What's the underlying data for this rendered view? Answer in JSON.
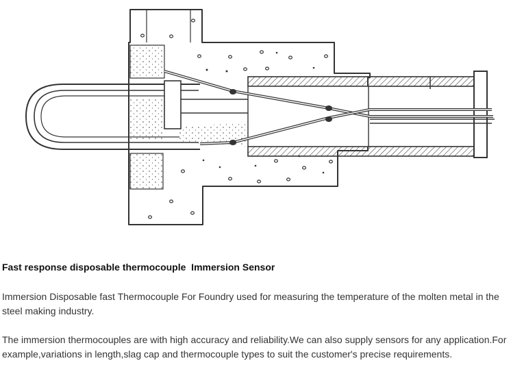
{
  "heading": "Fast response disposable thermocouple  Immersion Sensor",
  "paragraphs": [
    "Immersion Disposable fast Thermocouple For Foundry used for measuring the temperature of the molten metal in the steel making industry.",
    "The immersion thermocouples are with high accuracy and reliability.We can also supply sensors for any application.For example,variations in length,slag cap and thermocouple types to suit the customer's precise requirements."
  ],
  "colors": {
    "line": "#333333",
    "text": "#333333",
    "heading": "#111111",
    "background": "#ffffff"
  }
}
